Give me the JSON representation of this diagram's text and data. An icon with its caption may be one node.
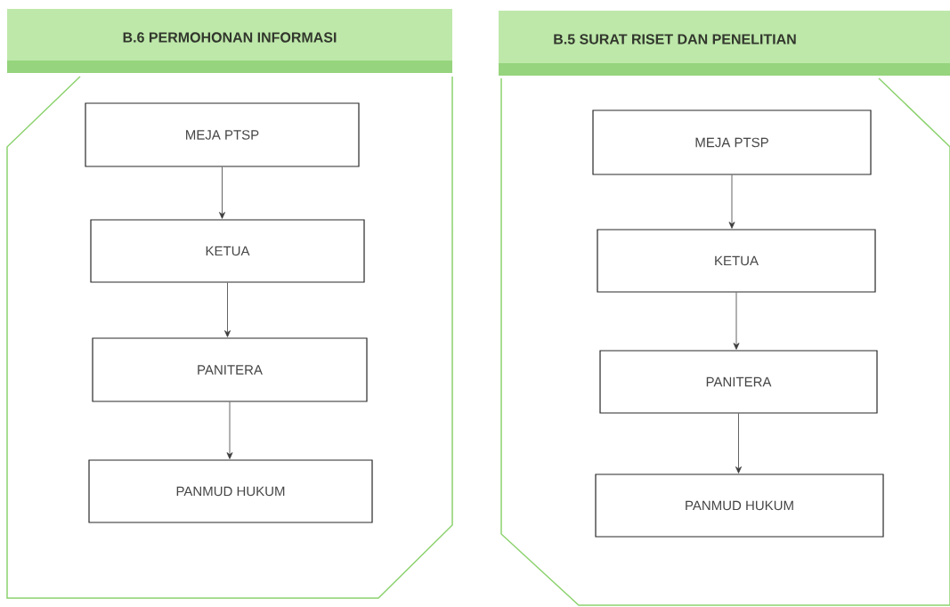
{
  "diagram": {
    "nodes": [
      {
        "text": [
          "B.6  PERMOHONAN INFORMASI"
        ]
      },
      {
        "text": [
          "MEJA PTSP"
        ],
        "in": 0
      },
      {
        "text": [
          "KETUA"
        ],
        "in": 0
      },
      {
        "text": [
          "PANITERA"
        ],
        "in": 0
      },
      {
        "text": [
          "PANMUD HUKUM"
        ],
        "in": 0
      },
      {
        "text": [
          "B.5 SURAT RISET DAN PENELITIAN"
        ]
      },
      {
        "text": [
          "MEJA PTSP"
        ],
        "in": 5
      },
      {
        "text": [
          "KETUA"
        ],
        "in": 5
      },
      {
        "text": [
          "PANITERA"
        ],
        "in": 5
      },
      {
        "text": [
          "PANMUD HUKUM"
        ],
        "in": 5
      }
    ],
    "edges": [
      {
        "from": 1,
        "to": 2,
        "arrow": "to"
      },
      {
        "from": 2,
        "to": 3,
        "arrow": "to"
      },
      {
        "from": 3,
        "to": 4,
        "arrow": "to"
      },
      {
        "from": 6,
        "to": 7,
        "arrow": "to"
      },
      {
        "from": 7,
        "to": 8,
        "arrow": "to"
      },
      {
        "from": 8,
        "to": 9,
        "arrow": "to"
      }
    ]
  }
}
